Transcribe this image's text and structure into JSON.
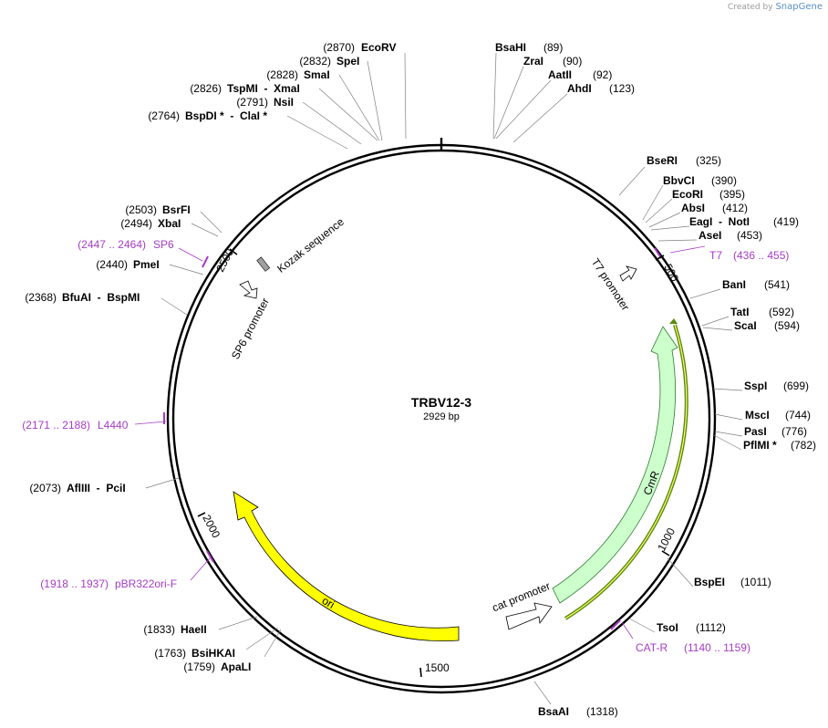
{
  "header": {
    "created_by": "Created by",
    "brand": "SnapGene"
  },
  "plasmid": {
    "name": "TRBV12-3",
    "length_label": "2929 bp",
    "length": 2929
  },
  "ticks": [
    {
      "bp": 500,
      "label": "500"
    },
    {
      "bp": 1000,
      "label": "1000"
    },
    {
      "bp": 1500,
      "label": "1500"
    },
    {
      "bp": 2000,
      "label": "2000"
    },
    {
      "bp": 2500,
      "label": "2500"
    }
  ],
  "enzymes": [
    {
      "name": "BsaHI",
      "pos": "(89)"
    },
    {
      "name": "ZraI",
      "pos": "(90)"
    },
    {
      "name": "AatII",
      "pos": "(92)"
    },
    {
      "name": "AhdI",
      "pos": "(123)"
    },
    {
      "name": "BseRI",
      "pos": "(325)"
    },
    {
      "name": "BbvCI",
      "pos": "(390)"
    },
    {
      "name": "EcoRI",
      "pos": "(395)"
    },
    {
      "name": "AbsI",
      "pos": "(412)"
    },
    {
      "name": "EagI  -  NotI",
      "pos": "(419)"
    },
    {
      "name": "AseI",
      "pos": "(453)"
    },
    {
      "name": "BanI",
      "pos": "(541)"
    },
    {
      "name": "TatI",
      "pos": "(592)"
    },
    {
      "name": "ScaI",
      "pos": "(594)"
    },
    {
      "name": "SspI",
      "pos": "(699)"
    },
    {
      "name": "MscI",
      "pos": "(744)"
    },
    {
      "name": "PasI",
      "pos": "(776)"
    },
    {
      "name": "PflMI *",
      "pos": "(782)"
    },
    {
      "name": "BspEI",
      "pos": "(1011)"
    },
    {
      "name": "TsoI",
      "pos": "(1112)"
    },
    {
      "name": "BsaAI",
      "pos": "(1318)"
    },
    {
      "name": "ApaLI",
      "pos": "(1759)"
    },
    {
      "name": "BsiHKAI",
      "pos": "(1763)"
    },
    {
      "name": "HaeII",
      "pos": "(1833)"
    },
    {
      "name": "AflIII  -  PciI",
      "pos": "(2073)"
    },
    {
      "name": "BfuAI  -  BspMI",
      "pos": "(2368)"
    },
    {
      "name": "PmeI",
      "pos": "(2440)"
    },
    {
      "name": "XbaI",
      "pos": "(2494)"
    },
    {
      "name": "BsrFI",
      "pos": "(2503)"
    },
    {
      "name": "BspDI *  -  ClaI *",
      "pos": "(2764)"
    },
    {
      "name": "NsiI",
      "pos": "(2791)"
    },
    {
      "name": "TspMI  -  XmaI",
      "pos": "(2826)"
    },
    {
      "name": "SmaI",
      "pos": "(2828)"
    },
    {
      "name": "SpeI",
      "pos": "(2832)"
    },
    {
      "name": "EcoRV",
      "pos": "(2870)"
    }
  ],
  "primers": [
    {
      "name": "T7",
      "range": "(436 .. 455)"
    },
    {
      "name": "CAT-R",
      "range": "(1140 .. 1159)"
    },
    {
      "name": "pBR322ori-F",
      "range": "(1918 .. 1937)"
    },
    {
      "name": "L4440",
      "range": "(2171 .. 2188)"
    },
    {
      "name": "SP6",
      "range": "(2447 .. 2464)"
    }
  ],
  "features": [
    {
      "name": "CmR",
      "color": "#ccffcc",
      "type": "cds"
    },
    {
      "name": "cat promoter",
      "color": "#ffffff",
      "type": "promoter"
    },
    {
      "name": "ori",
      "color": "#ffff00",
      "type": "rep_origin"
    },
    {
      "name": "SP6 promoter",
      "color": "#ffffff",
      "type": "promoter"
    },
    {
      "name": "Kozak sequence",
      "color": "#a0a0a0",
      "type": "misc"
    },
    {
      "name": "T7 promoter",
      "color": "#ffffff",
      "type": "promoter"
    }
  ],
  "colors": {
    "primer": "#a63cc4",
    "highlight": "#6a9a1a",
    "backbone": "#000000"
  }
}
